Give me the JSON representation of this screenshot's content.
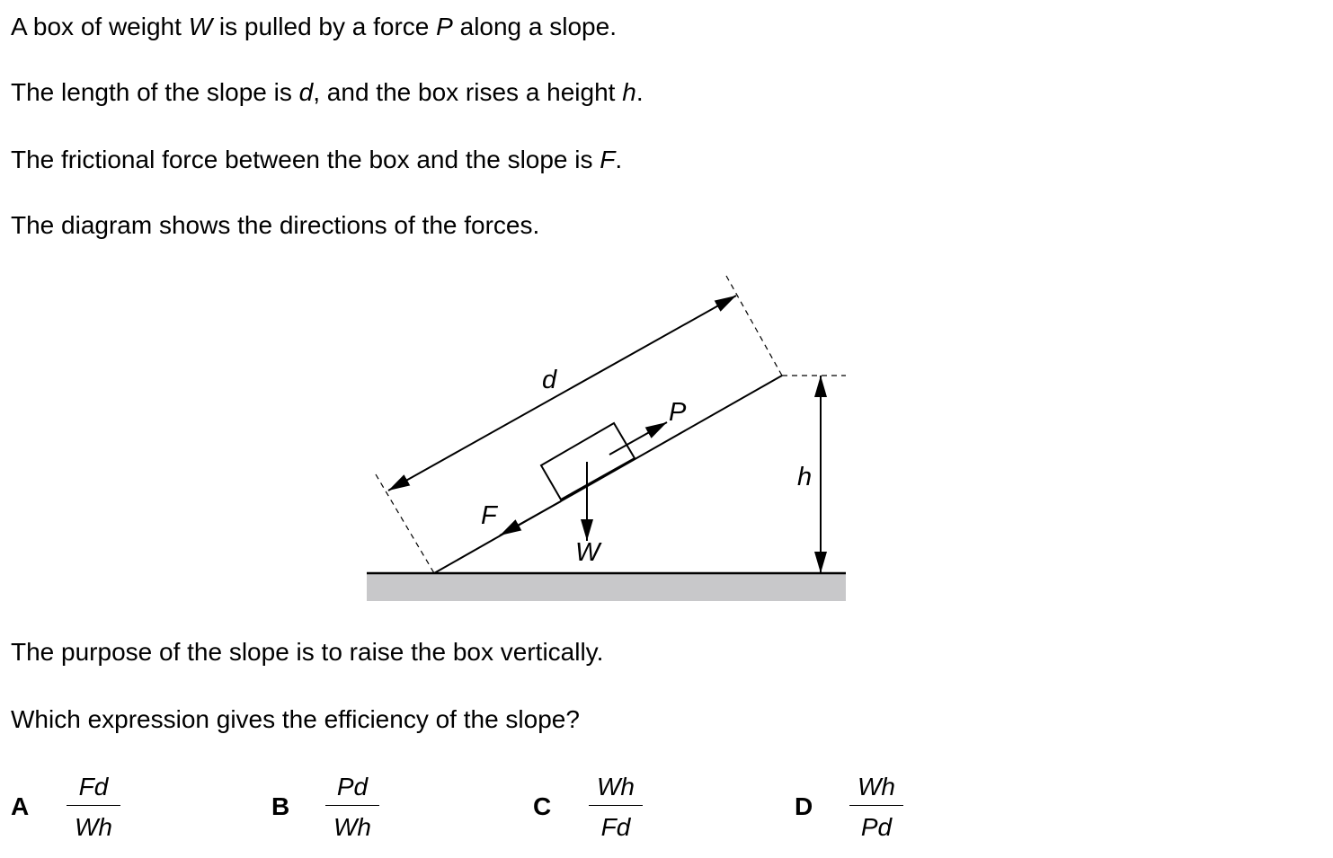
{
  "question": {
    "line1": {
      "a": "A box of weight ",
      "b": "W",
      "c": " is pulled by a force ",
      "d": "P",
      "e": " along a slope."
    },
    "line2": {
      "a": "The length of the slope is ",
      "b": "d",
      "c": ", and the box rises a height ",
      "d": "h",
      "e": "."
    },
    "line3": {
      "a": "The frictional force between the box and the slope is ",
      "b": "F",
      "c": "."
    },
    "line4": "The diagram shows the directions of the forces.",
    "line5": "The purpose of the slope is to raise the box vertically.",
    "line6": "Which expression gives the efficiency of the slope?"
  },
  "diagram": {
    "labels": {
      "d": "d",
      "P": "P",
      "h": "h",
      "F": "F",
      "W": "W"
    },
    "ground_color": "#c8c8ca"
  },
  "options": [
    {
      "letter": "A",
      "numerator": "Fd",
      "denominator": "Wh"
    },
    {
      "letter": "B",
      "numerator": "Pd",
      "denominator": "Wh"
    },
    {
      "letter": "C",
      "numerator": "Wh",
      "denominator": "Fd"
    },
    {
      "letter": "D",
      "numerator": "Wh",
      "denominator": "Pd"
    }
  ]
}
